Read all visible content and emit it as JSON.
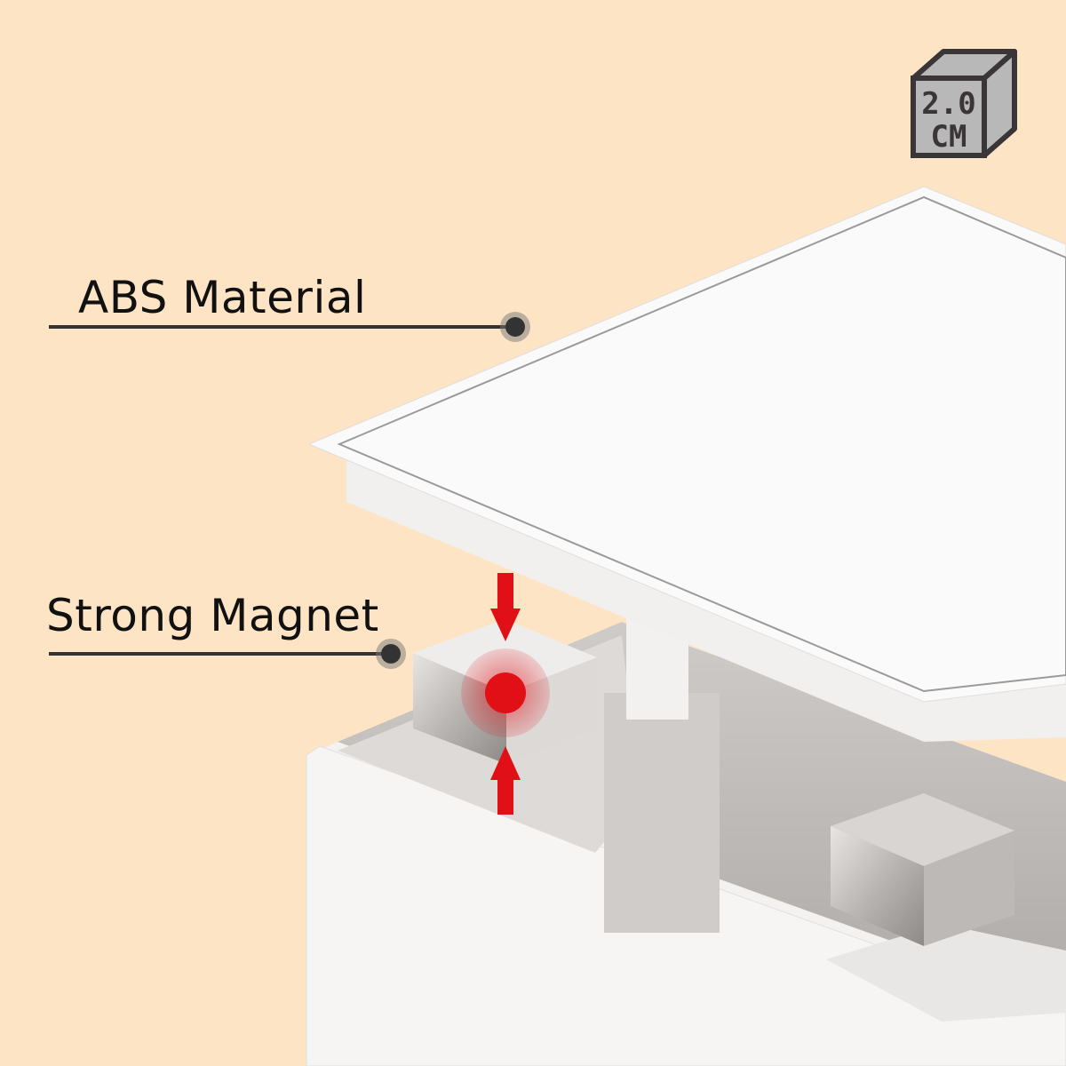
{
  "size_badge": {
    "line1": "2.0",
    "line2": "CM"
  },
  "callouts": {
    "abs_material": "ABS Material",
    "strong_magnet": "Strong Magnet"
  },
  "colors": {
    "background": "#fde4c5",
    "arrow": "#e01016",
    "badge_fill": "#b8b8b8",
    "badge_stroke": "#3a3536"
  }
}
